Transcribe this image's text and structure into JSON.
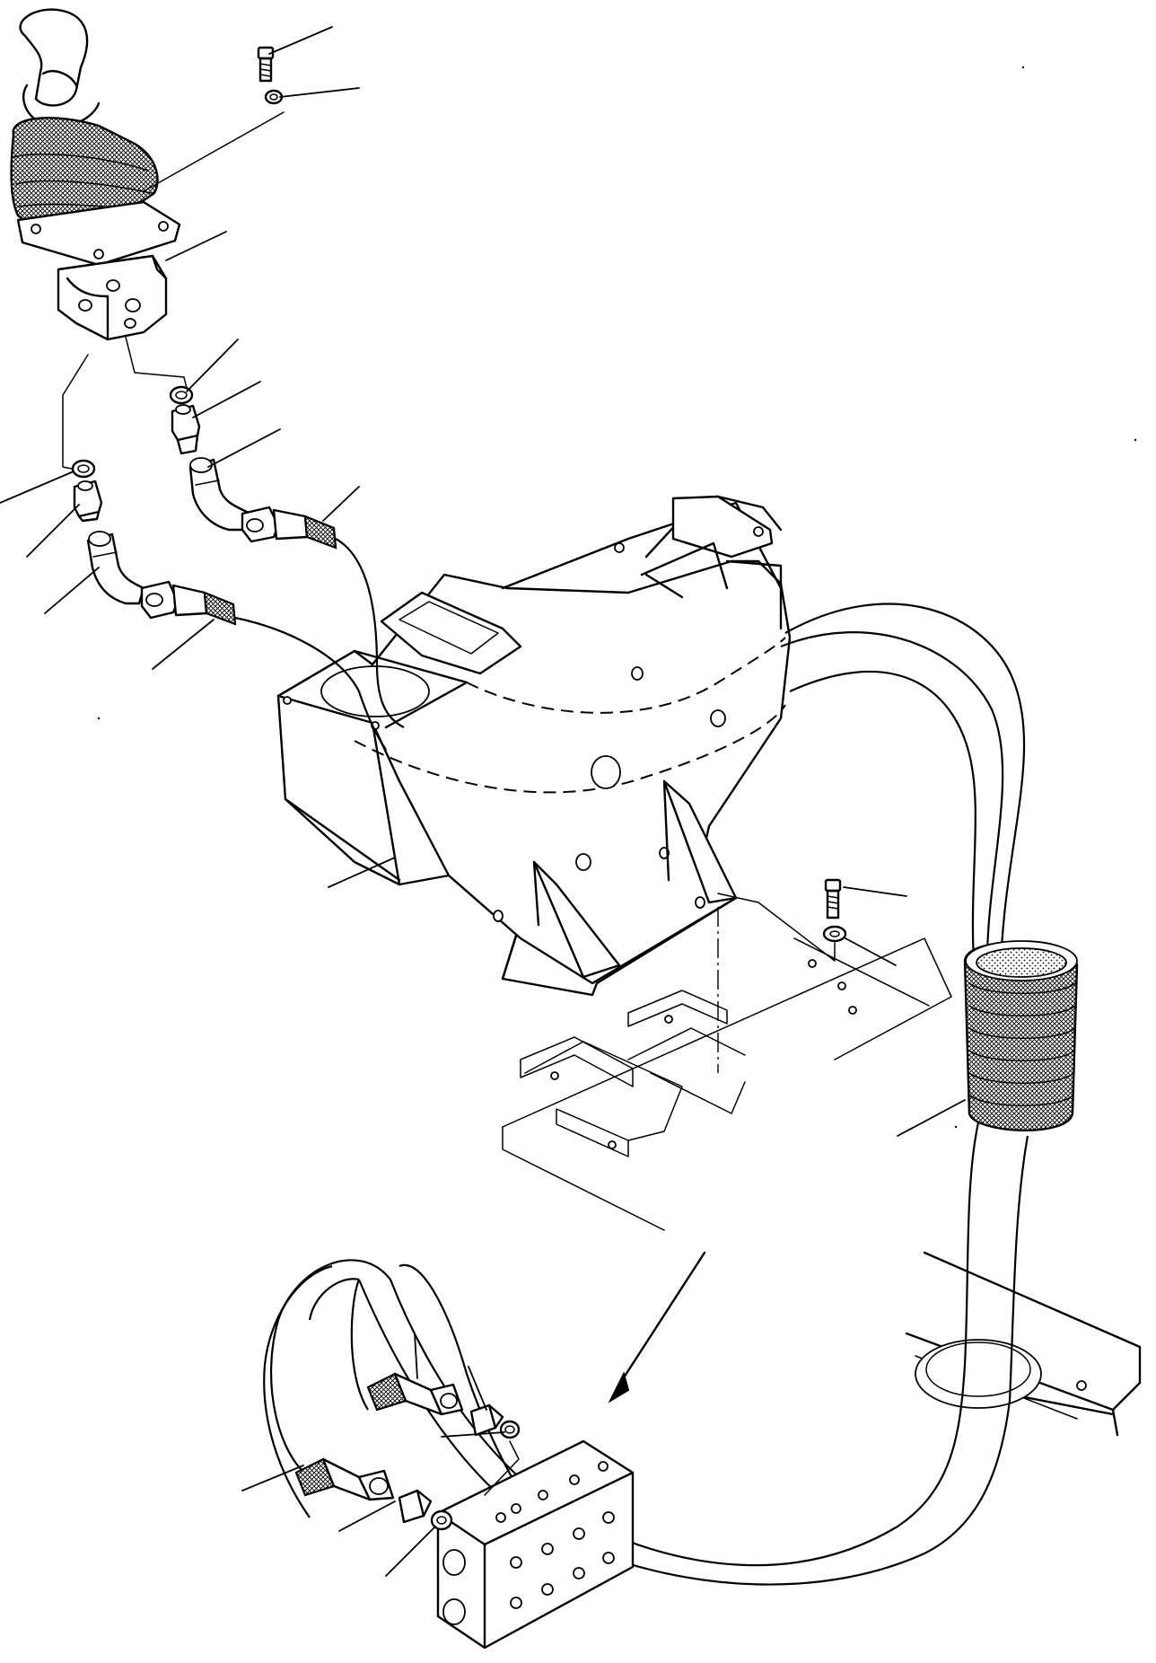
{
  "diagram": {
    "kind": "exploded-parts-view",
    "subject_components": [
      "joystick-control-lever",
      "rubber-boot",
      "pilot-valve-body",
      "mounting-bolt",
      "lock-washer",
      "o-ring",
      "straight-adapter",
      "elbow-fitting",
      "hydraulic-hose",
      "control-console-housing",
      "floor-mounting-plate",
      "corrugated-protective-sleeve",
      "cab-floor-plate",
      "distribution-block"
    ],
    "line_color": "#000000",
    "background_color": "#ffffff",
    "callout_labels": []
  }
}
